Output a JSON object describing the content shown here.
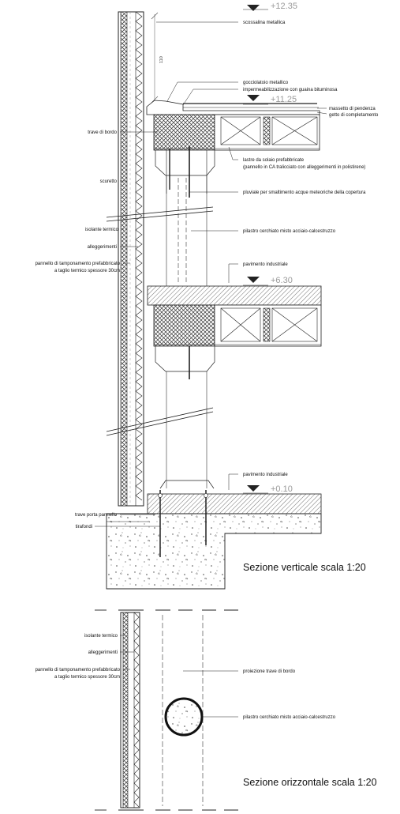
{
  "elevations": {
    "e1235": "+12.35",
    "e1125": "+11.25",
    "e630": "+6.30",
    "e010": "+0.10"
  },
  "dimension": "110",
  "labels_vertical": {
    "scossalina": "scossalina metallica",
    "gocciolatoio": "gocciolatoio metallico",
    "impermeabilizzazione": "impermeabilizzazione con guaina bituminosa",
    "massetto": "massetto di pendenza",
    "getto": "getto di completamento",
    "trave_bordo": "trave di bordo",
    "lastre_1": "lastre da solaio prefabbricate",
    "lastre_2": "(pannello in CA tralicciato con alleggerimenti in polistirene)",
    "scuretto": "scuretto",
    "pluviale": "pluviale per smaltimento acque meteoriche della copertura",
    "isolante": "isolante termico",
    "pilastro": "pilastro cerchiato misto acciaio-calcestruzzo",
    "alleggerimenti": "alleggerimenti",
    "pannello_1": "pannello di tamponamento prefabbricato",
    "pannello_2": "a taglio termico spessore 30cm",
    "pavimento_1": "pavimento industriale",
    "pavimento_2": "pavimento industriale",
    "trave_porta": "trave porta pannello",
    "tirafondi": "tirafondi"
  },
  "labels_horizontal": {
    "isolante": "isolante termico",
    "alleggerimenti": "alleggerimenti",
    "pannello_1": "pannello di tamponamento prefabbricato",
    "pannello_2": "a taglio termico spessore 30cm",
    "proiezione": "proiezione trave di bordo",
    "pilastro": "pilastro cerchiato misto acciaio-calcestruzzo"
  },
  "titles": {
    "vertical": "Sezione verticale scala 1:20",
    "horizontal": "Sezione orizzontale scala 1:20"
  }
}
